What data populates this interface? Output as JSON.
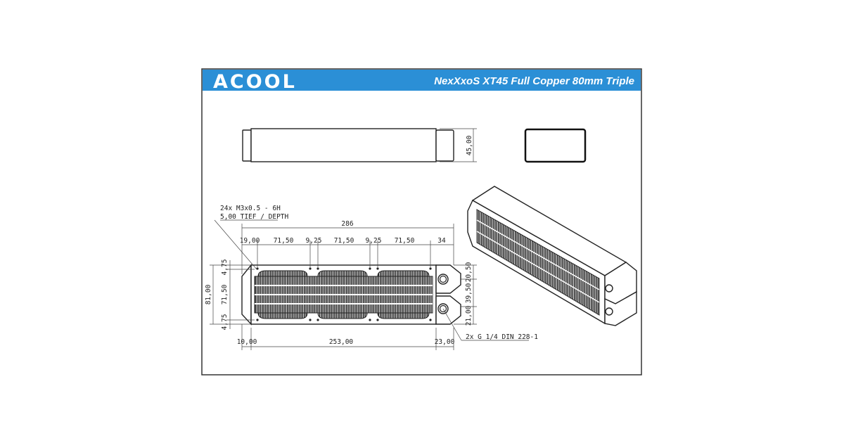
{
  "header": {
    "brand_logo": "ACOOL",
    "title": "NexXxoS XT45 Full Copper 80mm Triple",
    "bar_color": "#2b8fd6"
  },
  "top_view": {
    "height_dim": "45,00"
  },
  "front_view": {
    "thread_note_line1": "24x M3x0.5 - 6H",
    "thread_note_line2": "5,00 TIEF / DEPTH",
    "overall_length": "286",
    "top_dims": [
      "19,00",
      "71,50",
      "9,25",
      "71,50",
      "9,25",
      "71,50",
      "34"
    ],
    "left_dims": {
      "total": "81,00",
      "top": "4,75",
      "middle": "71,50",
      "bottom": "4,75"
    },
    "right_dims": [
      "20,50",
      "39,50",
      "21,00"
    ],
    "bottom_dims": [
      "10,00",
      "253,00",
      "23,00"
    ],
    "port_note": "2x G 1/4 DIN 228-1"
  }
}
